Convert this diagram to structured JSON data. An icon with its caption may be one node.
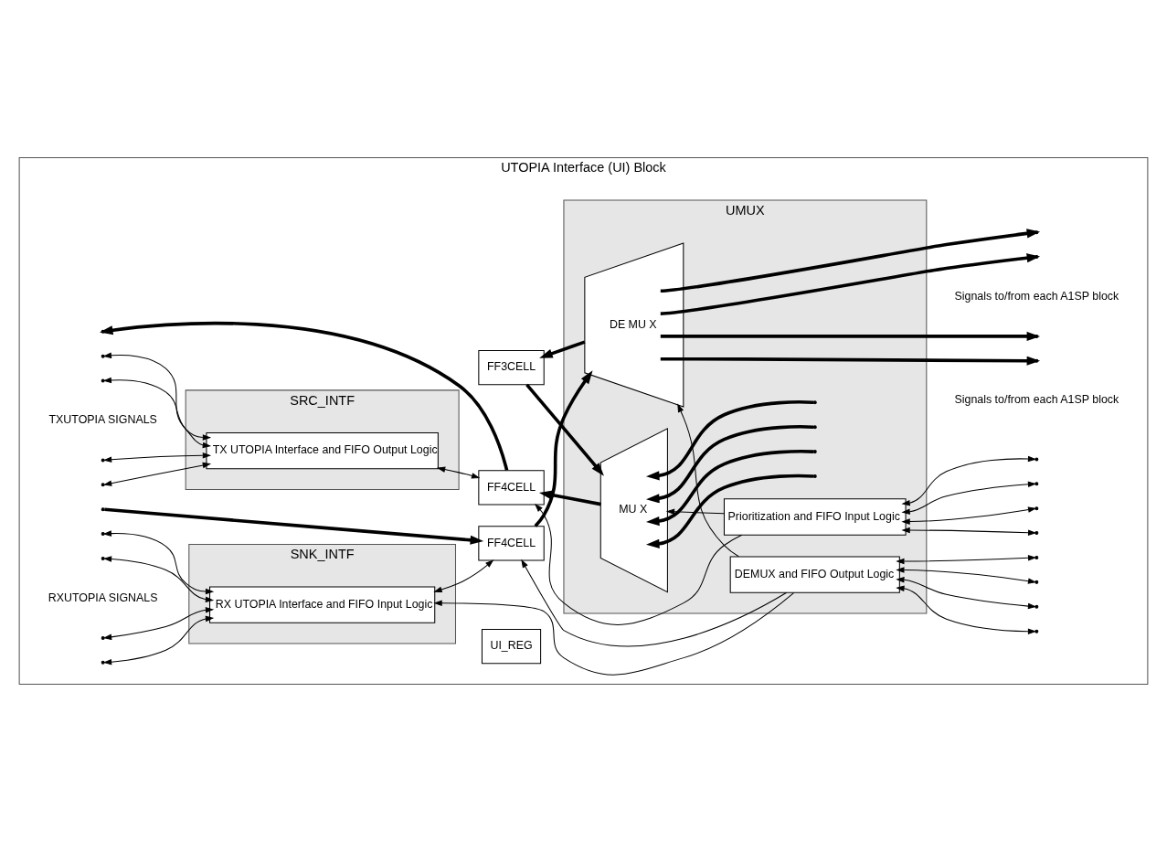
{
  "diagram": {
    "nodes": [
      {
        "text": [
          "UTOPIA Interface (UI) Block"
        ]
      },
      {
        "text": [
          "SRC_INTF"
        ],
        "in": 0
      },
      {
        "text": [
          "TX UTOPIA Interface and FIFO Output Logic"
        ],
        "in": 1
      },
      {
        "text": [
          "SNK_INTF"
        ],
        "in": 0
      },
      {
        "text": [
          "RX UTOPIA Interface and FIFO Input Logic"
        ],
        "in": 3
      },
      {
        "text": [
          "FF4CELL"
        ],
        "in": 0
      },
      {
        "text": [
          "FF3CELL"
        ],
        "in": 0
      },
      {
        "text": [
          "FF4CELL"
        ],
        "in": 0
      },
      {
        "text": [
          "UI_REG"
        ],
        "in": 0
      },
      {
        "text": [
          "UMUX"
        ],
        "in": 0
      },
      {
        "text": [
          "MU X"
        ],
        "in": 9
      },
      {
        "text": [
          "Prioritization and FIFO Input Logic"
        ],
        "in": 9
      },
      {
        "text": [
          "DE MU X"
        ],
        "in": 9
      },
      {
        "text": [
          "DEMUX and FIFO Output Logic"
        ],
        "in": 9
      }
    ],
    "edges": [
      {
        "from": null,
        "to": 10,
        "arrow": "to",
        "style": "thick"
      },
      {
        "from": null,
        "to": 10,
        "arrow": "to",
        "style": "thick"
      },
      {
        "from": null,
        "to": 10,
        "arrow": "to",
        "style": "thick"
      },
      {
        "from": null,
        "to": 10,
        "arrow": "to",
        "style": "thick"
      },
      {
        "from": 10,
        "to": 5,
        "arrow": "to",
        "style": "thick"
      },
      {
        "from": 5,
        "to": null,
        "arrow": "to",
        "style": "thick"
      },
      {
        "from": 2,
        "to": 5,
        "arrow": "both"
      },
      {
        "from": 11,
        "to": 5,
        "arrow": "to"
      },
      {
        "from": 11,
        "to": 10,
        "arrow": "to"
      },
      {
        "from": 6,
        "to": 10,
        "arrow": "to",
        "style": "thick"
      },
      {
        "from": 12,
        "to": 6,
        "arrow": "to",
        "style": "thick"
      },
      {
        "from": null,
        "to": 7,
        "arrow": "to",
        "style": "thick"
      },
      {
        "from": 7,
        "to": 12,
        "arrow": "to",
        "style": "thick"
      },
      {
        "from": 12,
        "to": null,
        "arrow": "to",
        "style": "thick"
      },
      {
        "from": 12,
        "to": null,
        "arrow": "to",
        "style": "thick"
      },
      {
        "from": 12,
        "to": null,
        "arrow": "to",
        "style": "thick"
      },
      {
        "from": 12,
        "to": null,
        "arrow": "to",
        "style": "thick"
      },
      {
        "from": 4,
        "to": 7,
        "arrow": "both"
      },
      {
        "from": 13,
        "to": 7,
        "arrow": "to"
      },
      {
        "from": 13,
        "to": 4,
        "arrow": "to"
      },
      {
        "from": 13,
        "to": 12,
        "arrow": "to"
      },
      {
        "from": null,
        "to": 2,
        "arrow": "both"
      },
      {
        "from": null,
        "to": 2,
        "arrow": "both"
      },
      {
        "from": null,
        "to": 2,
        "arrow": "both"
      },
      {
        "from": null,
        "to": 2,
        "arrow": "both"
      },
      {
        "from": 11,
        "to": null,
        "arrow": "both"
      },
      {
        "from": 11,
        "to": null,
        "arrow": "both"
      },
      {
        "from": 11,
        "to": null,
        "arrow": "both"
      },
      {
        "from": 11,
        "to": null,
        "arrow": "both"
      },
      {
        "from": null,
        "to": 4,
        "arrow": "both"
      },
      {
        "from": null,
        "to": 4,
        "arrow": "both"
      },
      {
        "from": null,
        "to": 4,
        "arrow": "both"
      },
      {
        "from": null,
        "to": 4,
        "arrow": "both"
      },
      {
        "from": 13,
        "to": null,
        "arrow": "both"
      },
      {
        "from": 13,
        "to": null,
        "arrow": "both"
      },
      {
        "from": 13,
        "to": null,
        "arrow": "both"
      },
      {
        "from": 13,
        "to": null,
        "arrow": "both"
      }
    ],
    "labels": [
      "Signals to/from each A1SP block",
      "TXUTOPIA SIGNALS",
      "Signals to/from each A1SP block",
      "RXUTOPIA SIGNALS"
    ]
  }
}
